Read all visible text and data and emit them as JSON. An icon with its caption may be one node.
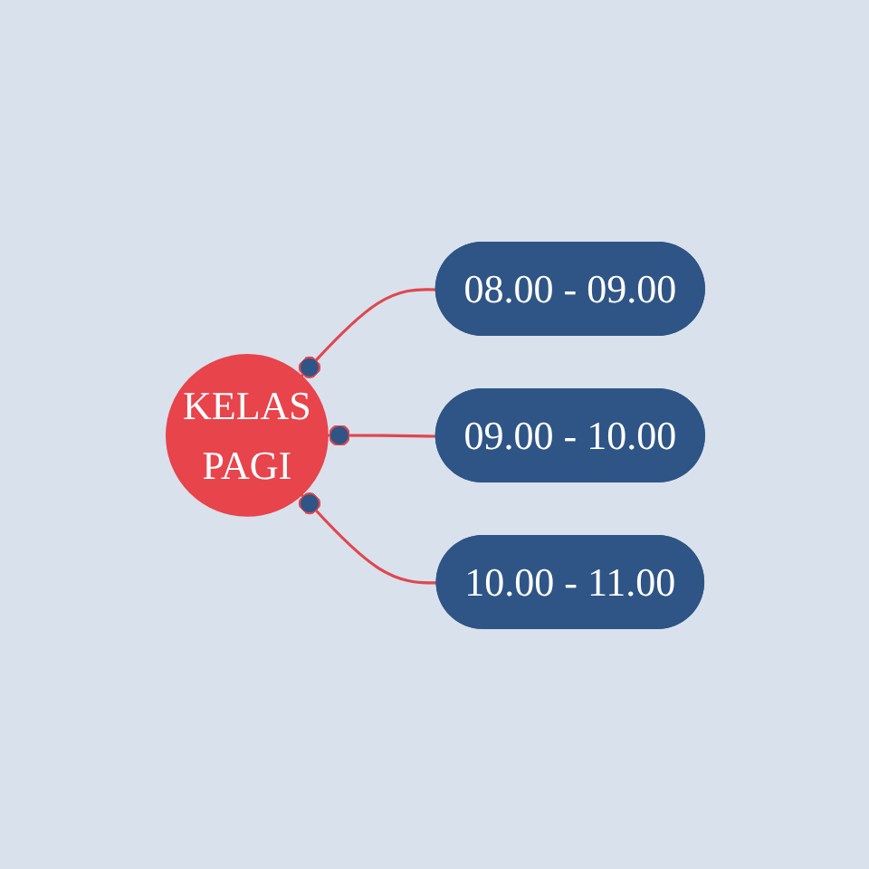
{
  "diagram": {
    "nodes": [
      {
        "text": [
          "KELAS PAGI"
        ]
      },
      {
        "text": [
          "08.00 - 09.00"
        ]
      },
      {
        "text": [
          "09.00 - 10.00"
        ]
      },
      {
        "text": [
          "10.00 - 11.00"
        ]
      }
    ],
    "edges": [
      {
        "from": 1,
        "to": 0,
        "arrow": "other"
      },
      {
        "from": 2,
        "to": 0,
        "arrow": "other"
      },
      {
        "from": 3,
        "to": 0,
        "arrow": "other"
      }
    ]
  }
}
